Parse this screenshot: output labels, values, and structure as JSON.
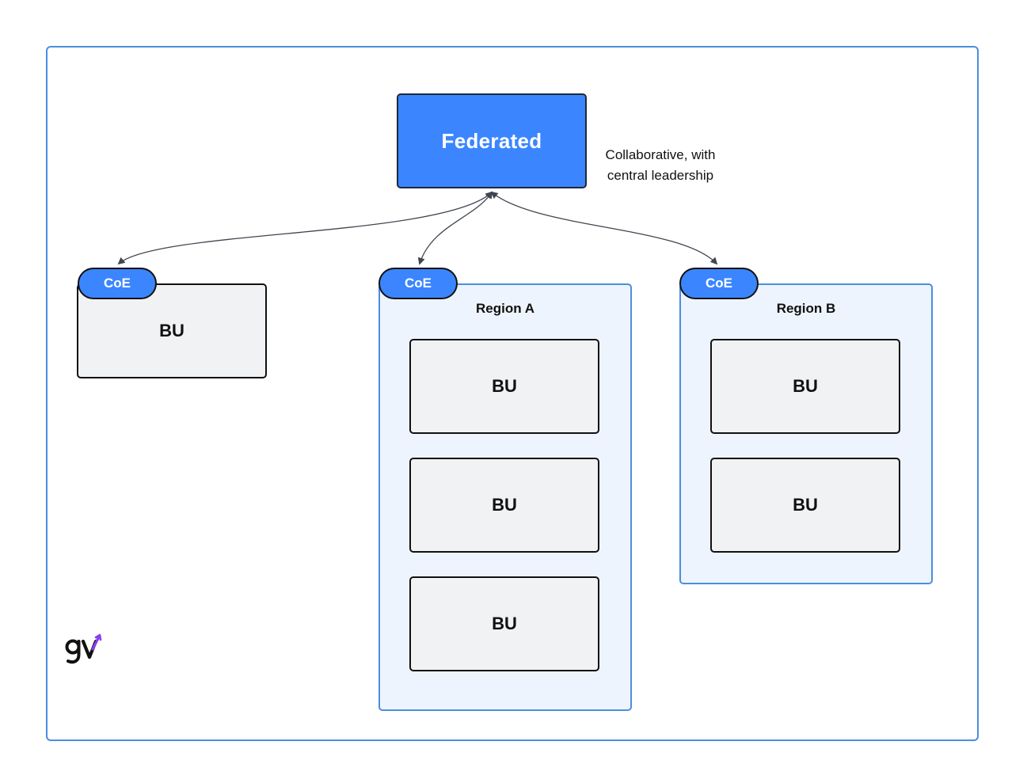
{
  "diagram": {
    "root": {
      "label": "Federated",
      "note_line1": "Collaborative, with",
      "note_line2": "central leadership"
    },
    "standalone": {
      "coe_label": "CoE",
      "bu_label": "BU"
    },
    "region_a": {
      "coe_label": "CoE",
      "title": "Region A",
      "units": [
        "BU",
        "BU",
        "BU"
      ]
    },
    "region_b": {
      "coe_label": "CoE",
      "title": "Region B",
      "units": [
        "BU",
        "BU"
      ]
    }
  },
  "colors": {
    "accent_blue": "#3b86ff",
    "frame_border": "#4a8ee0",
    "region_fill": "#eef4fd",
    "unit_fill": "#f1f2f4",
    "logo_accent": "#8b3cf0"
  },
  "logo": {
    "icon": "gv-logo-icon"
  }
}
